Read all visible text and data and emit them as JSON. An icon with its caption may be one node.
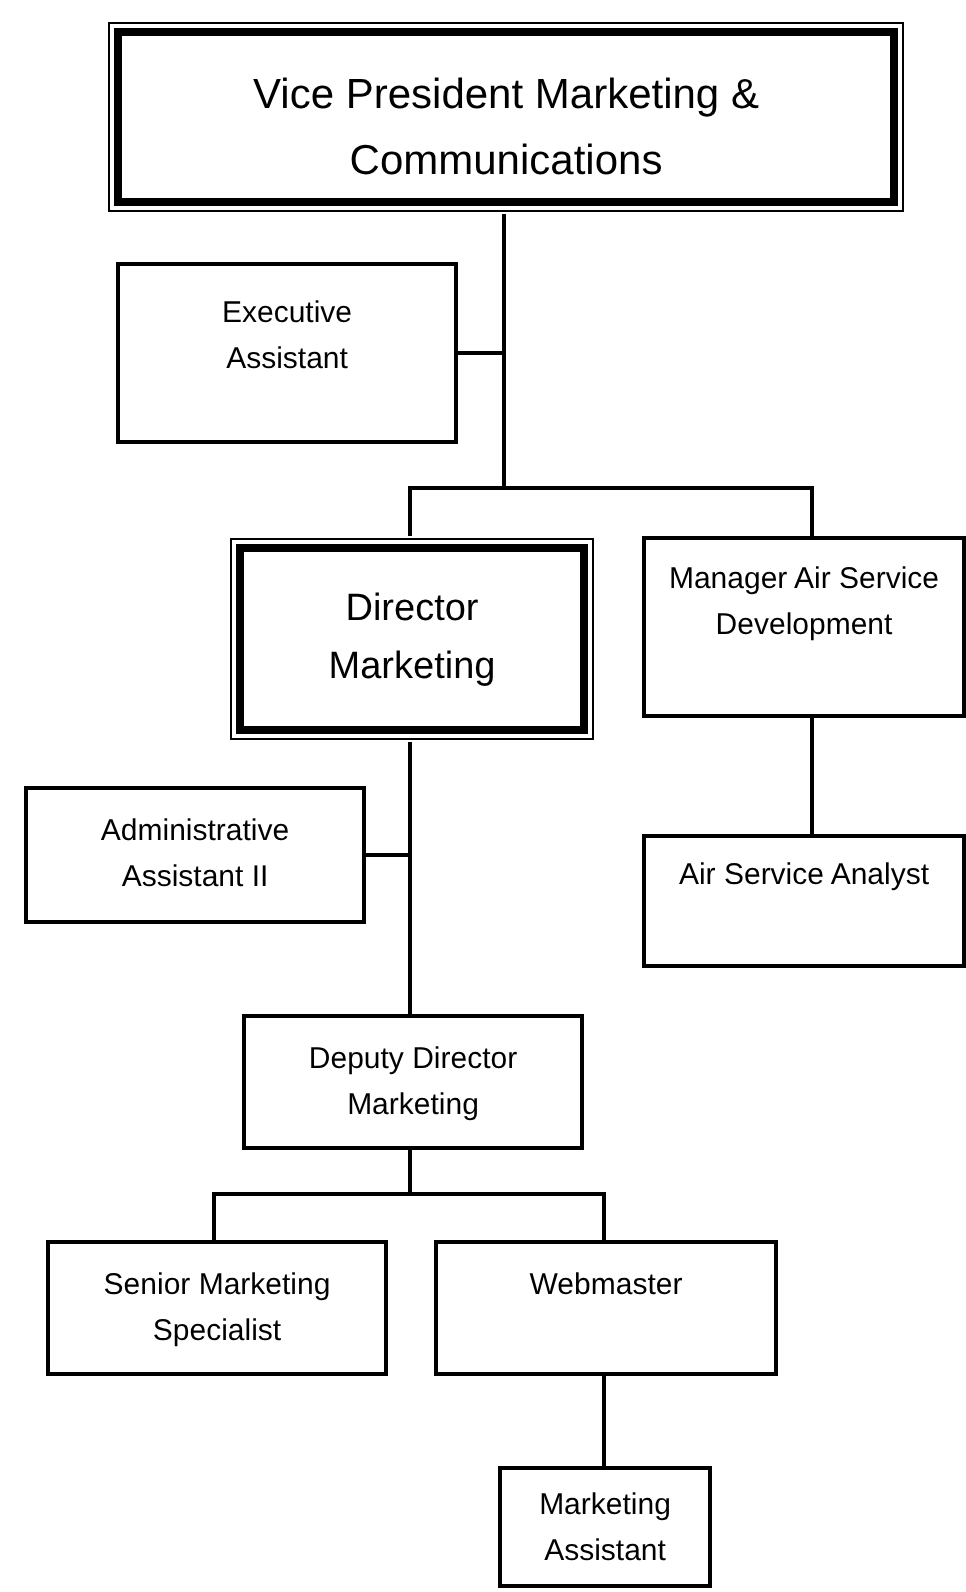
{
  "diagram": {
    "nodes": [
      {
        "text": [
          "Vice President Marketing & Communications"
        ]
      },
      {
        "text": [
          "Executive Assistant"
        ]
      },
      {
        "text": [
          "Director Marketing"
        ]
      },
      {
        "text": [
          "Manager Air Service Development"
        ]
      },
      {
        "text": [
          "Administrative Assistant II"
        ]
      },
      {
        "text": [
          "Air Service Analyst"
        ]
      },
      {
        "text": [
          "Deputy Director Marketing"
        ]
      },
      {
        "text": [
          "Senior Marketing Specialist"
        ]
      },
      {
        "text": [
          "Webmaster"
        ]
      },
      {
        "text": [
          "Marketing Assistant"
        ]
      }
    ],
    "edges": [
      {
        "from": 0,
        "to": 1,
        "arrow": "none"
      },
      {
        "from": 0,
        "to": 2,
        "arrow": "none"
      },
      {
        "from": 0,
        "to": 3,
        "arrow": "none"
      },
      {
        "from": 2,
        "to": 4,
        "arrow": "none"
      },
      {
        "from": 2,
        "to": 6,
        "arrow": "none"
      },
      {
        "from": 3,
        "to": 5,
        "arrow": "none"
      },
      {
        "from": 6,
        "to": 7,
        "arrow": "none"
      },
      {
        "from": 6,
        "to": 8,
        "arrow": "none"
      },
      {
        "from": 8,
        "to": 9,
        "arrow": "none"
      }
    ]
  }
}
